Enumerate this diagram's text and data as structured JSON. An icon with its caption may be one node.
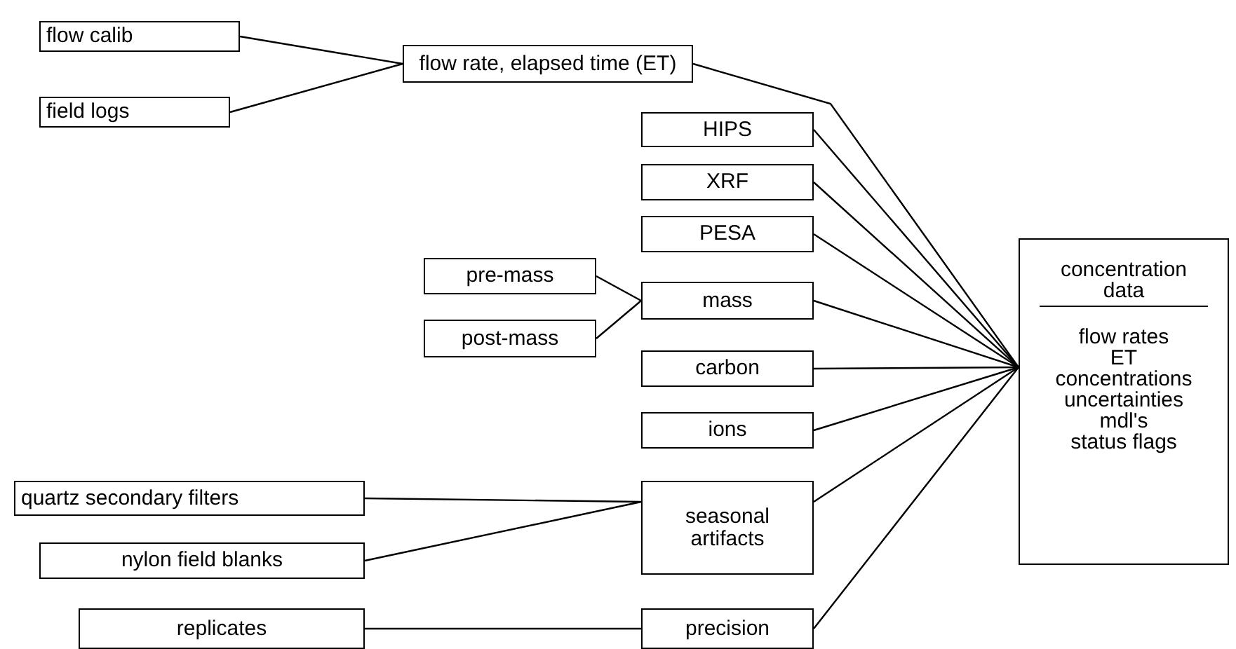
{
  "diagram": {
    "nodes": [
      {
        "text": [
          "flow calib"
        ]
      },
      {
        "text": [
          "field logs"
        ]
      },
      {
        "text": [
          "flow rate, elapsed time (ET)"
        ]
      },
      {
        "text": [
          "HIPS"
        ]
      },
      {
        "text": [
          "XRF"
        ]
      },
      {
        "text": [
          "PESA"
        ]
      },
      {
        "text": [
          "pre-mass"
        ]
      },
      {
        "text": [
          "post-mass"
        ]
      },
      {
        "text": [
          "mass"
        ]
      },
      {
        "text": [
          "carbon"
        ]
      },
      {
        "text": [
          "ions"
        ]
      },
      {
        "text": [
          "quartz secondary filters"
        ]
      },
      {
        "text": [
          "nylon field blanks"
        ]
      },
      {
        "text": [
          "seasonal artifacts"
        ]
      },
      {
        "text": [
          "replicates"
        ]
      },
      {
        "text": [
          "precision"
        ]
      },
      {
        "text": [
          "concentration data",
          "flow rates",
          "ET",
          "concentrations",
          "uncertainties",
          "mdl's",
          "status flags"
        ]
      }
    ],
    "edges": [
      {
        "from": 0,
        "to": 2,
        "arrow": "none"
      },
      {
        "from": 1,
        "to": 2,
        "arrow": "none"
      },
      {
        "from": 2,
        "to": 16,
        "arrow": "none"
      },
      {
        "from": 3,
        "to": 16,
        "arrow": "none"
      },
      {
        "from": 4,
        "to": 16,
        "arrow": "none"
      },
      {
        "from": 5,
        "to": 16,
        "arrow": "none"
      },
      {
        "from": 6,
        "to": 8,
        "arrow": "none"
      },
      {
        "from": 7,
        "to": 8,
        "arrow": "none"
      },
      {
        "from": 8,
        "to": 16,
        "arrow": "none"
      },
      {
        "from": 9,
        "to": 16,
        "arrow": "none"
      },
      {
        "from": 10,
        "to": 16,
        "arrow": "none"
      },
      {
        "from": 11,
        "to": 13,
        "arrow": "none"
      },
      {
        "from": 12,
        "to": 13,
        "arrow": "none"
      },
      {
        "from": 13,
        "to": 16,
        "arrow": "none"
      },
      {
        "from": 14,
        "to": 15,
        "arrow": "none"
      },
      {
        "from": 15,
        "to": 16,
        "arrow": "none"
      }
    ]
  }
}
